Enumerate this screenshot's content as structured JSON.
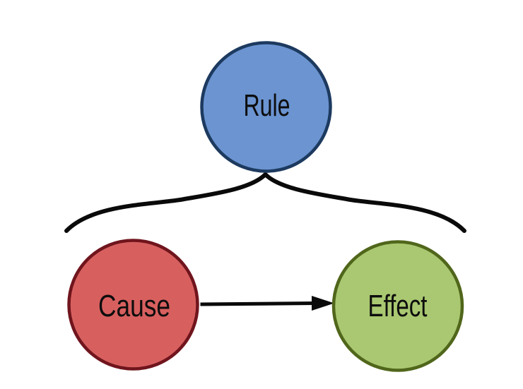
{
  "diagram": {
    "background": "#ffffff",
    "text_color": "#0d0d0d",
    "nodes": [
      {
        "id": "rule",
        "label": "Rule",
        "shape": "circle",
        "fill": "#6b94d1",
        "stroke": "#1d3a5f"
      },
      {
        "id": "cause",
        "label": "Cause",
        "shape": "circle",
        "fill": "#d7605f",
        "stroke": "#70151d"
      },
      {
        "id": "effect",
        "label": "Effect",
        "shape": "circle",
        "fill": "#a9c871",
        "stroke": "#50661b"
      }
    ],
    "edges": [
      {
        "type": "brace",
        "from": "rule",
        "to": "cause, effect",
        "color": "#0a0a0a"
      },
      {
        "type": "arrow",
        "from": "cause",
        "to": "effect",
        "color": "#0a0a0a"
      }
    ]
  }
}
